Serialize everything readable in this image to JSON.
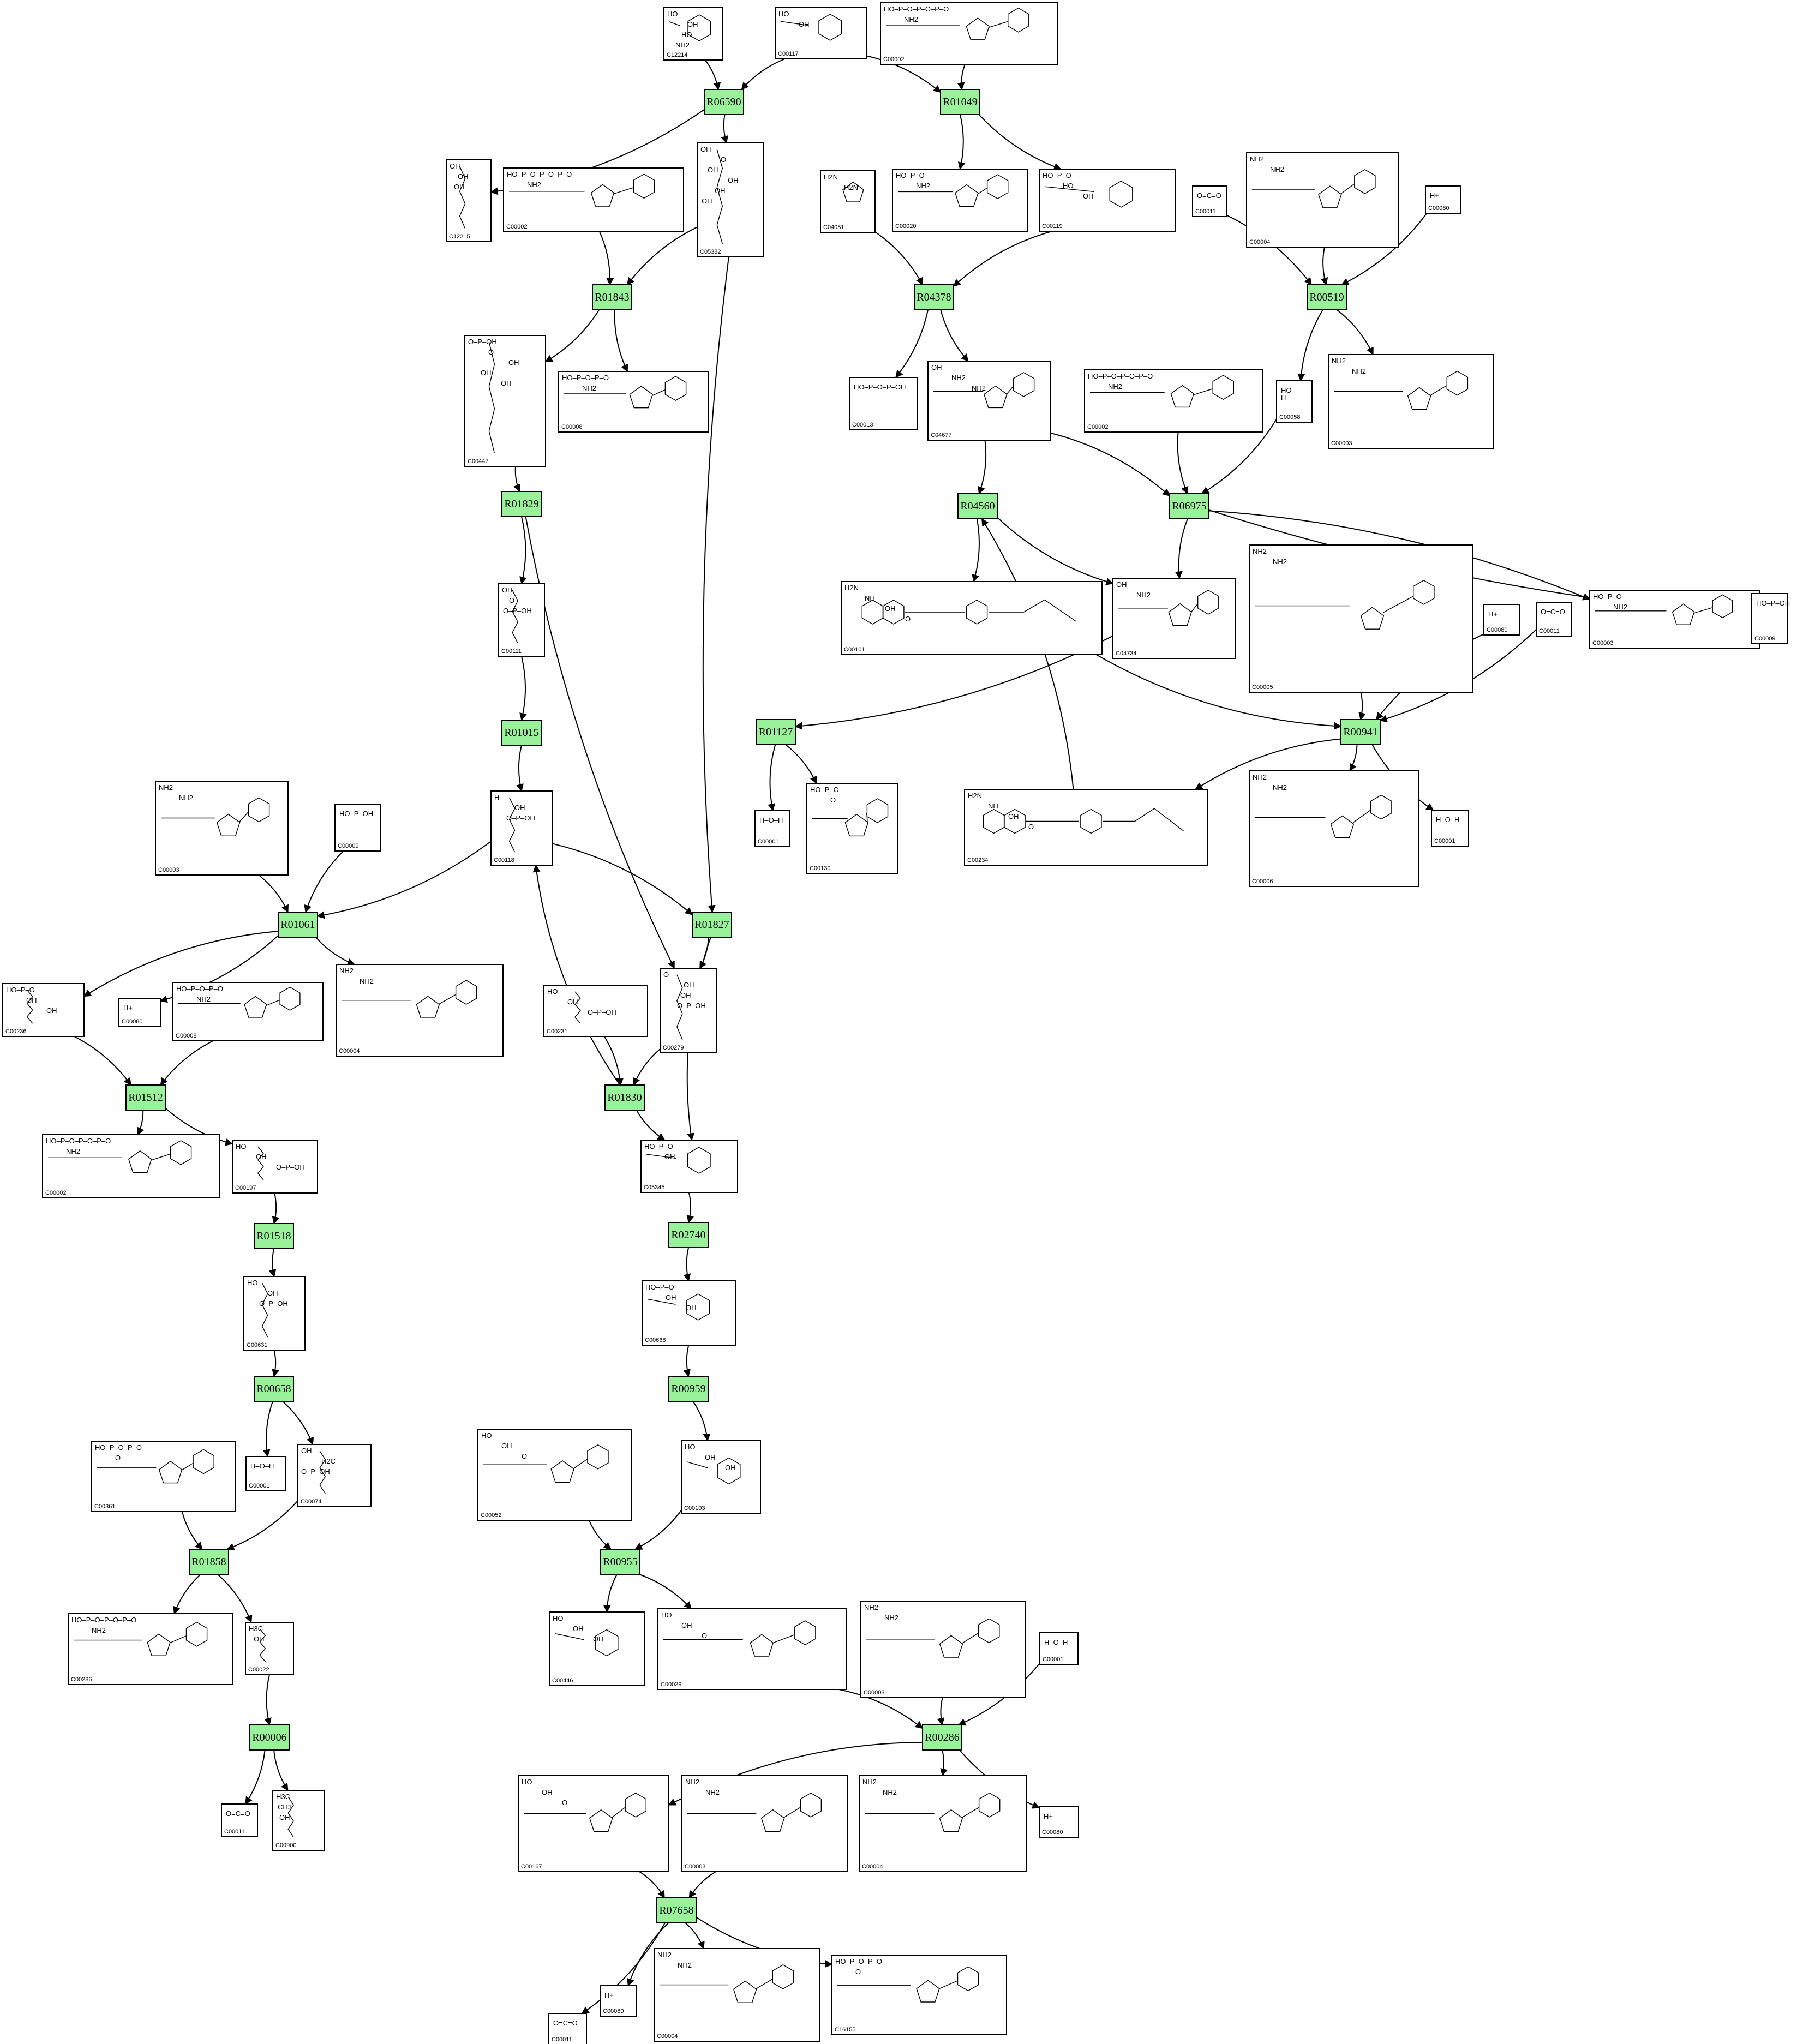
{
  "reactions": [
    {
      "id": "R06590",
      "label": "R06590"
    },
    {
      "id": "R01049",
      "label": "R01049"
    },
    {
      "id": "R01843",
      "label": "R01843"
    },
    {
      "id": "R04378",
      "label": "R04378"
    },
    {
      "id": "R00519",
      "label": "R00519"
    },
    {
      "id": "R01829",
      "label": "R01829"
    },
    {
      "id": "R04560",
      "label": "R04560"
    },
    {
      "id": "R06975",
      "label": "R06975"
    },
    {
      "id": "R01015",
      "label": "R01015"
    },
    {
      "id": "R01127",
      "label": "R01127"
    },
    {
      "id": "R00941",
      "label": "R00941"
    },
    {
      "id": "R01061",
      "label": "R01061"
    },
    {
      "id": "R01827",
      "label": "R01827"
    },
    {
      "id": "R01512",
      "label": "R01512"
    },
    {
      "id": "R01830",
      "label": "R01830"
    },
    {
      "id": "R02740",
      "label": "R02740"
    },
    {
      "id": "R01518",
      "label": "R01518"
    },
    {
      "id": "R00658",
      "label": "R00658"
    },
    {
      "id": "R00959",
      "label": "R00959"
    },
    {
      "id": "R01858",
      "label": "R01858"
    },
    {
      "id": "R00955",
      "label": "R00955"
    },
    {
      "id": "R00006",
      "label": "R00006"
    },
    {
      "id": "R00286",
      "label": "R00286"
    },
    {
      "id": "R07658",
      "label": "R07658"
    }
  ],
  "compounds": [
    {
      "id": "c1",
      "code": "C12214",
      "glyph": "sugar",
      "texts": [
        "HO",
        "OH",
        "HO",
        "NH2"
      ]
    },
    {
      "id": "c2",
      "code": "C00117",
      "glyph": "sugar",
      "texts": [
        "HO",
        "OH"
      ]
    },
    {
      "id": "c3",
      "code": "C00002",
      "glyph": "nucleotide",
      "texts": [
        "HO–P–O–P–O–P–O",
        "NH2"
      ]
    },
    {
      "id": "c4",
      "code": "C12215",
      "glyph": "chain",
      "texts": [
        "OH",
        "OH",
        "OH"
      ]
    },
    {
      "id": "c5",
      "code": "C00002",
      "glyph": "nucleotide",
      "texts": [
        "HO–P–O–P–O–P–O",
        "NH2"
      ]
    },
    {
      "id": "c6",
      "code": "C05382",
      "glyph": "chain",
      "texts": [
        "OH",
        "O",
        "OH",
        "OH",
        "OH",
        "OH"
      ]
    },
    {
      "id": "c7",
      "code": "C04051",
      "glyph": "ring",
      "texts": [
        "H2N",
        "H2N"
      ]
    },
    {
      "id": "c8",
      "code": "C00020",
      "glyph": "nucleotide",
      "texts": [
        "HO–P–O",
        "NH2"
      ]
    },
    {
      "id": "c9",
      "code": "C00119",
      "glyph": "sugar",
      "texts": [
        "HO–P–O",
        "HO",
        "OH"
      ]
    },
    {
      "id": "c10",
      "code": "C00011",
      "glyph": "small",
      "texts": [
        "O=C=O"
      ]
    },
    {
      "id": "c11",
      "code": "C00004",
      "glyph": "nucleotide",
      "texts": [
        "NH2",
        "NH2"
      ]
    },
    {
      "id": "c12",
      "code": "C00080",
      "glyph": "small",
      "texts": [
        "H+"
      ]
    },
    {
      "id": "c13",
      "code": "C00447",
      "glyph": "chain",
      "texts": [
        "O–P–OH",
        "O",
        "OH",
        "OH",
        "OH"
      ]
    },
    {
      "id": "c14",
      "code": "C00008",
      "glyph": "nucleotide",
      "texts": [
        "HO–P–O–P–O",
        "NH2"
      ]
    },
    {
      "id": "c15",
      "code": "C00013",
      "glyph": "small",
      "texts": [
        "HO–P–O–P–OH"
      ]
    },
    {
      "id": "c16",
      "code": "C04677",
      "glyph": "nucleotide",
      "texts": [
        "OH",
        "NH2",
        "NH2"
      ]
    },
    {
      "id": "c17",
      "code": "C00002",
      "glyph": "nucleotide",
      "texts": [
        "HO–P–O–P–O–P–O",
        "NH2"
      ]
    },
    {
      "id": "c18",
      "code": "C00058",
      "glyph": "small",
      "texts": [
        "HO",
        "H"
      ]
    },
    {
      "id": "c19",
      "code": "C00003",
      "glyph": "nucleotide",
      "texts": [
        "NH2",
        "NH2"
      ]
    },
    {
      "id": "c20",
      "code": "C00111",
      "glyph": "chain",
      "texts": [
        "OH",
        "O",
        "O–P–OH"
      ]
    },
    {
      "id": "c21",
      "code": "C00101",
      "glyph": "folate",
      "texts": [
        "H2N",
        "NH",
        "OH",
        "O"
      ]
    },
    {
      "id": "c22",
      "code": "C04734",
      "glyph": "nucleotide",
      "texts": [
        "OH",
        "NH2"
      ]
    },
    {
      "id": "c23",
      "code": "C00005",
      "glyph": "nucleotide",
      "texts": [
        "NH2",
        "NH2"
      ]
    },
    {
      "id": "c24",
      "code": "C00080",
      "glyph": "small",
      "texts": [
        "H+"
      ]
    },
    {
      "id": "c25",
      "code": "C00011",
      "glyph": "small",
      "texts": [
        "O=C=O"
      ]
    },
    {
      "id": "c26",
      "code": "C00003",
      "glyph": "nucleotide",
      "texts": [
        "HO–P–O",
        "NH2"
      ]
    },
    {
      "id": "c27",
      "code": "C00009",
      "glyph": "small",
      "texts": [
        "HO–P–OH"
      ]
    },
    {
      "id": "c28",
      "code": "C00001",
      "glyph": "small",
      "texts": [
        "H–O–H"
      ]
    },
    {
      "id": "c29",
      "code": "C00130",
      "glyph": "nucleotide",
      "texts": [
        "HO–P–O",
        "O"
      ]
    },
    {
      "id": "c30",
      "code": "C00234",
      "glyph": "folate",
      "texts": [
        "H2N",
        "NH",
        "OH",
        "O"
      ]
    },
    {
      "id": "c31",
      "code": "C00006",
      "glyph": "nucleotide",
      "texts": [
        "NH2",
        "NH2"
      ]
    },
    {
      "id": "c32",
      "code": "C00001",
      "glyph": "small",
      "texts": [
        "H–O–H"
      ]
    },
    {
      "id": "c33",
      "code": "C00003",
      "glyph": "nucleotide",
      "texts": [
        "NH2",
        "NH2"
      ]
    },
    {
      "id": "c34",
      "code": "C00009",
      "glyph": "small",
      "texts": [
        "HO–P–OH"
      ]
    },
    {
      "id": "c35",
      "code": "C00118",
      "glyph": "chain",
      "texts": [
        "H",
        "OH",
        "O–P–OH"
      ]
    },
    {
      "id": "c36",
      "code": "C00236",
      "glyph": "chain",
      "texts": [
        "HO–P–O",
        "OH",
        "OH"
      ]
    },
    {
      "id": "c37",
      "code": "C00080",
      "glyph": "small",
      "texts": [
        "H+"
      ]
    },
    {
      "id": "c38",
      "code": "C00008",
      "glyph": "nucleotide",
      "texts": [
        "HO–P–O–P–O",
        "NH2"
      ]
    },
    {
      "id": "c39",
      "code": "C00004",
      "glyph": "nucleotide",
      "texts": [
        "NH2",
        "NH2"
      ]
    },
    {
      "id": "c40",
      "code": "C00231",
      "glyph": "chain",
      "texts": [
        "HO",
        "OH",
        "O–P–OH"
      ]
    },
    {
      "id": "c41",
      "code": "C00279",
      "glyph": "chain",
      "texts": [
        "O",
        "OH",
        "OH",
        "O–P–OH"
      ]
    },
    {
      "id": "c42",
      "code": "C00002",
      "glyph": "nucleotide",
      "texts": [
        "HO–P–O–P–O–P–O",
        "NH2"
      ]
    },
    {
      "id": "c43",
      "code": "C00197",
      "glyph": "chain",
      "texts": [
        "HO",
        "OH",
        "O–P–OH"
      ]
    },
    {
      "id": "c44",
      "code": "C05345",
      "glyph": "sugar",
      "texts": [
        "HO–P–O",
        "OH"
      ]
    },
    {
      "id": "c45",
      "code": "C00631",
      "glyph": "chain",
      "texts": [
        "HO",
        "OH",
        "O–P–OH"
      ]
    },
    {
      "id": "c46",
      "code": "C00668",
      "glyph": "sugar",
      "texts": [
        "HO–P–O",
        "OH",
        "OH"
      ]
    },
    {
      "id": "c47",
      "code": "C00361",
      "glyph": "nucleotide",
      "texts": [
        "HO–P–O–P–O",
        "O"
      ]
    },
    {
      "id": "c48",
      "code": "C00001",
      "glyph": "small",
      "texts": [
        "H–O–H"
      ]
    },
    {
      "id": "c49",
      "code": "C00074",
      "glyph": "chain",
      "texts": [
        "OH",
        "H2C",
        "O–P–OH"
      ]
    },
    {
      "id": "c50",
      "code": "C00052",
      "glyph": "nucleotide",
      "texts": [
        "HO",
        "OH",
        "O"
      ]
    },
    {
      "id": "c51",
      "code": "C00103",
      "glyph": "sugar",
      "texts": [
        "HO",
        "OH",
        "OH"
      ]
    },
    {
      "id": "c52",
      "code": "C00286",
      "glyph": "nucleotide",
      "texts": [
        "HO–P–O–P–O–P–O",
        "NH2"
      ]
    },
    {
      "id": "c53",
      "code": "C00022",
      "glyph": "chain",
      "texts": [
        "H3C",
        "OH"
      ]
    },
    {
      "id": "c54",
      "code": "C00446",
      "glyph": "sugar",
      "texts": [
        "HO",
        "OH",
        "OH"
      ]
    },
    {
      "id": "c55",
      "code": "C00029",
      "glyph": "nucleotide",
      "texts": [
        "HO",
        "OH",
        "O"
      ]
    },
    {
      "id": "c56",
      "code": "C00003",
      "glyph": "nucleotide",
      "texts": [
        "NH2",
        "NH2"
      ]
    },
    {
      "id": "c57",
      "code": "C00001",
      "glyph": "small",
      "texts": [
        "H–O–H"
      ]
    },
    {
      "id": "c58",
      "code": "C00011",
      "glyph": "small",
      "texts": [
        "O=C=O"
      ]
    },
    {
      "id": "c59",
      "code": "C00900",
      "glyph": "chain",
      "texts": [
        "H3C",
        "CH3",
        "OH"
      ]
    },
    {
      "id": "c60",
      "code": "C00167",
      "glyph": "nucleotide",
      "texts": [
        "HO",
        "OH",
        "O"
      ]
    },
    {
      "id": "c61",
      "code": "C00003",
      "glyph": "nucleotide",
      "texts": [
        "NH2",
        "NH2"
      ]
    },
    {
      "id": "c62",
      "code": "C00004",
      "glyph": "nucleotide",
      "texts": [
        "NH2",
        "NH2"
      ]
    },
    {
      "id": "c63",
      "code": "C00080",
      "glyph": "small",
      "texts": [
        "H+"
      ]
    },
    {
      "id": "c64",
      "code": "C00011",
      "glyph": "small",
      "texts": [
        "O=C=O"
      ]
    },
    {
      "id": "c65",
      "code": "C00080",
      "glyph": "small",
      "texts": [
        "H+"
      ]
    },
    {
      "id": "c66",
      "code": "C00004",
      "glyph": "nucleotide",
      "texts": [
        "NH2",
        "NH2"
      ]
    },
    {
      "id": "c67",
      "code": "C16155",
      "glyph": "nucleotide",
      "texts": [
        "HO–P–O–P–O",
        "O"
      ]
    }
  ],
  "edges": [
    [
      "c1",
      "R06590"
    ],
    [
      "c2",
      "R06590"
    ],
    [
      "R06590",
      "c4"
    ],
    [
      "R06590",
      "c6"
    ],
    [
      "c2",
      "R01049"
    ],
    [
      "c3",
      "R01049"
    ],
    [
      "R01049",
      "c8"
    ],
    [
      "R01049",
      "c9"
    ],
    [
      "c5",
      "R01843"
    ],
    [
      "c6",
      "R01843"
    ],
    [
      "R01843",
      "c13"
    ],
    [
      "R01843",
      "c14"
    ],
    [
      "c7",
      "R04378"
    ],
    [
      "c9",
      "R04378"
    ],
    [
      "R04378",
      "c15"
    ],
    [
      "R04378",
      "c16"
    ],
    [
      "c10",
      "R00519"
    ],
    [
      "c11",
      "R00519"
    ],
    [
      "c12",
      "R00519"
    ],
    [
      "R00519",
      "c18"
    ],
    [
      "R00519",
      "c19"
    ],
    [
      "c13",
      "R01829"
    ],
    [
      "R01829",
      "c20"
    ],
    [
      "R01829",
      "c41"
    ],
    [
      "c16",
      "R04560"
    ],
    [
      "c30",
      "R04560"
    ],
    [
      "R04560",
      "c21"
    ],
    [
      "R04560",
      "c22"
    ],
    [
      "c16",
      "R06975"
    ],
    [
      "c17",
      "R06975"
    ],
    [
      "c18",
      "R06975"
    ],
    [
      "R06975",
      "c22"
    ],
    [
      "R06975",
      "c26"
    ],
    [
      "R06975",
      "c27"
    ],
    [
      "c20",
      "R01015"
    ],
    [
      "R01015",
      "c35"
    ],
    [
      "c22",
      "R01127"
    ],
    [
      "R01127",
      "c28"
    ],
    [
      "R01127",
      "c29"
    ],
    [
      "c21",
      "R00941"
    ],
    [
      "c23",
      "R00941"
    ],
    [
      "c24",
      "R00941"
    ],
    [
      "c25",
      "R00941"
    ],
    [
      "R00941",
      "c30"
    ],
    [
      "R00941",
      "c31"
    ],
    [
      "R00941",
      "c32"
    ],
    [
      "c33",
      "R01061"
    ],
    [
      "c34",
      "R01061"
    ],
    [
      "c35",
      "R01061"
    ],
    [
      "R01061",
      "c36"
    ],
    [
      "R01061",
      "c37"
    ],
    [
      "R01061",
      "c39"
    ],
    [
      "c35",
      "R01827"
    ],
    [
      "c6",
      "R01827"
    ],
    [
      "R01827",
      "c41"
    ],
    [
      "R01827",
      "c44"
    ],
    [
      "c36",
      "R01512"
    ],
    [
      "c38",
      "R01512"
    ],
    [
      "R01512",
      "c42"
    ],
    [
      "R01512",
      "c43"
    ],
    [
      "c40",
      "R01830"
    ],
    [
      "c41",
      "R01830"
    ],
    [
      "R01830",
      "c35"
    ],
    [
      "R01830",
      "c44"
    ],
    [
      "c44",
      "R02740"
    ],
    [
      "R02740",
      "c46"
    ],
    [
      "c43",
      "R01518"
    ],
    [
      "R01518",
      "c45"
    ],
    [
      "c45",
      "R00658"
    ],
    [
      "R00658",
      "c48"
    ],
    [
      "R00658",
      "c49"
    ],
    [
      "c46",
      "R00959"
    ],
    [
      "R00959",
      "c51"
    ],
    [
      "c47",
      "R01858"
    ],
    [
      "c49",
      "R01858"
    ],
    [
      "R01858",
      "c52"
    ],
    [
      "R01858",
      "c53"
    ],
    [
      "c50",
      "R00955"
    ],
    [
      "c51",
      "R00955"
    ],
    [
      "R00955",
      "c54"
    ],
    [
      "R00955",
      "c55"
    ],
    [
      "c53",
      "R00006"
    ],
    [
      "R00006",
      "c58"
    ],
    [
      "R00006",
      "c59"
    ],
    [
      "c55",
      "R00286"
    ],
    [
      "c56",
      "R00286"
    ],
    [
      "c57",
      "R00286"
    ],
    [
      "R00286",
      "c60"
    ],
    [
      "R00286",
      "c62"
    ],
    [
      "R00286",
      "c63"
    ],
    [
      "c60",
      "R07658"
    ],
    [
      "c61",
      "R07658"
    ],
    [
      "R07658",
      "c64"
    ],
    [
      "R07658",
      "c65"
    ],
    [
      "R07658",
      "c66"
    ],
    [
      "R07658",
      "c67"
    ]
  ]
}
